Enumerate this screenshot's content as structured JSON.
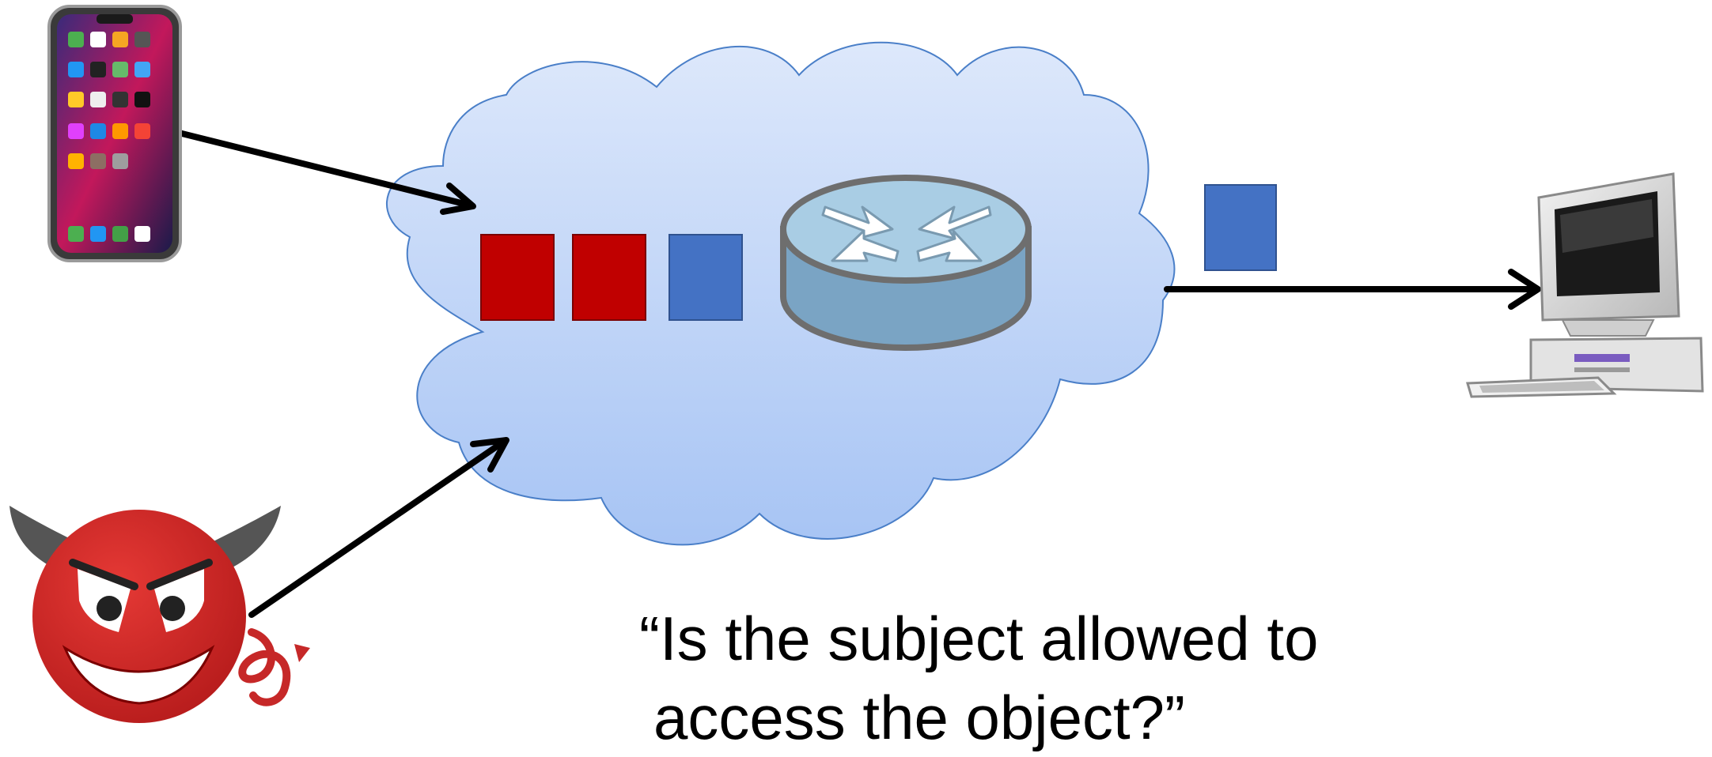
{
  "caption": {
    "line1": "“Is the subject allowed to",
    "line2": "access the object?”"
  },
  "icons": {
    "phone": "smartphone-icon",
    "devil": "devil-attacker-icon",
    "router": "router-icon",
    "computer": "desktop-computer-icon",
    "cloud": "network-cloud-icon"
  },
  "packets": {
    "queued": [
      "malicious",
      "malicious",
      "legitimate"
    ],
    "forwarded": [
      "legitimate"
    ]
  },
  "colors": {
    "malicious_packet": "#c00000",
    "legitimate_packet": "#4472c4",
    "cloud_top": "#dde8fb",
    "cloud_bottom": "#a7c4f4",
    "cloud_stroke": "#4a7fc8",
    "router_fill": "#7aa4c4",
    "router_top": "#a9cde4",
    "arrow": "#000000"
  }
}
